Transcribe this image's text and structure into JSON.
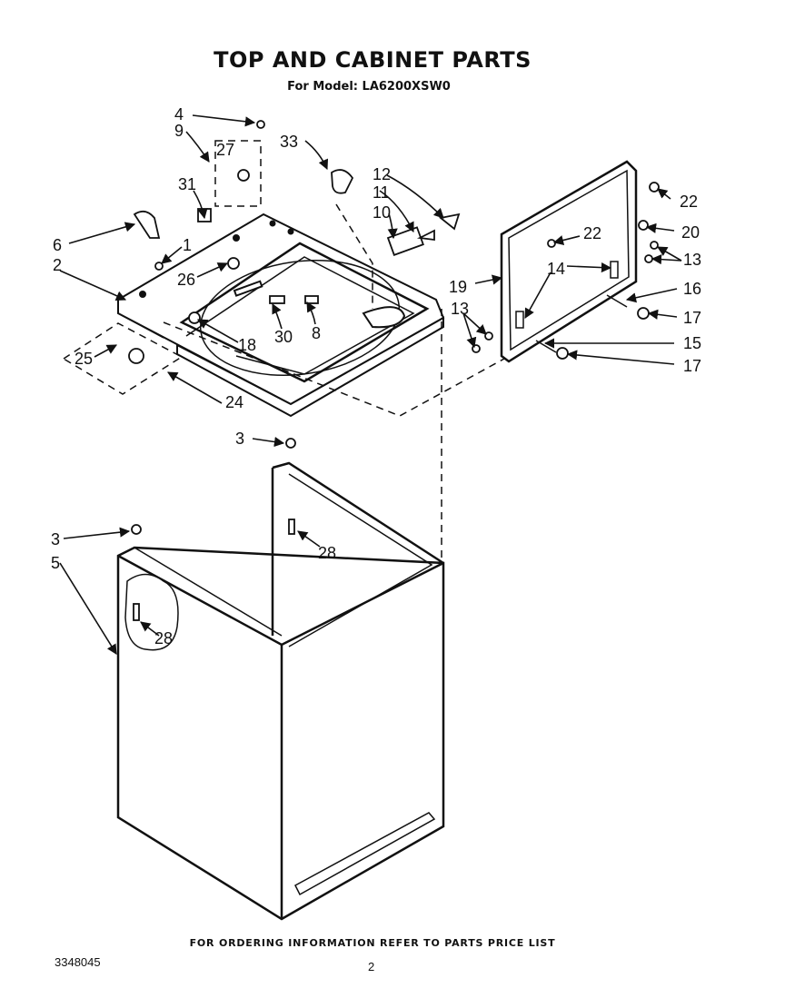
{
  "header": {
    "title": "TOP AND CABINET PARTS",
    "model": "For Model: LA6200XSW0"
  },
  "footer": {
    "ordering_note": "FOR ORDERING INFORMATION REFER TO PARTS PRICE LIST",
    "document_number": "3348045",
    "page_number": "2"
  },
  "callouts": [
    "1",
    "2",
    "3",
    "3",
    "4",
    "5",
    "6",
    "8",
    "9",
    "10",
    "11",
    "12",
    "13",
    "13",
    "14",
    "15",
    "16",
    "17",
    "17",
    "18",
    "19",
    "20",
    "22",
    "22",
    "24",
    "25",
    "26",
    "27",
    "28",
    "28",
    "30",
    "31",
    "33"
  ]
}
